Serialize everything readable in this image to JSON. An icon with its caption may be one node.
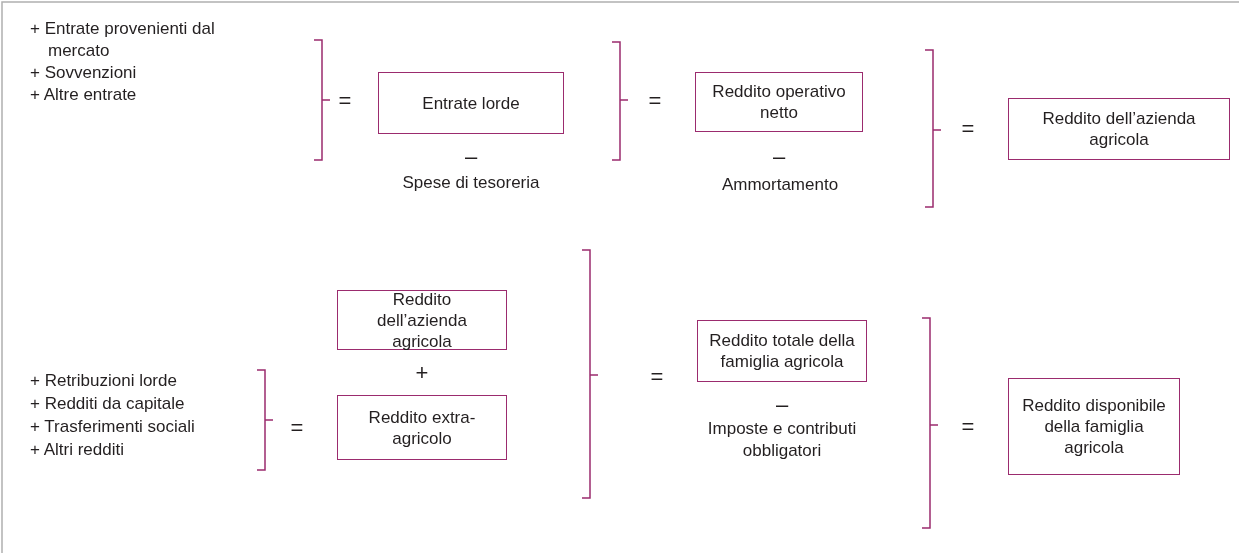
{
  "diagram": {
    "nodes": [
      {
        "text": [
          "Entrate lorde"
        ]
      },
      {
        "text": [
          "Reddito operativo netto"
        ]
      },
      {
        "text": [
          "Reddito dell’azienda agricola"
        ]
      },
      {
        "text": [
          "Reddito dell’azienda agricola"
        ]
      },
      {
        "text": [
          "Reddito extra-agricolo"
        ]
      },
      {
        "text": [
          "Reddito totale della famiglia agricola"
        ]
      },
      {
        "text": [
          "Reddito disponibile della famiglia agricola"
        ]
      }
    ],
    "labels": [
      "+ Entrate provenienti dal mercato",
      "+ Sovvenzioni",
      "+ Altre entrate",
      "=",
      "=",
      "=",
      "–",
      "Spese di tesoreria",
      "–",
      "Ammortamento",
      "+",
      "+ Retribuzioni lorde",
      "+ Redditi da capitale",
      "+ Trasferimenti sociali",
      "+ Altri redditi",
      "=",
      "=",
      "–",
      "Imposte e contributi obbligatori",
      "="
    ]
  }
}
